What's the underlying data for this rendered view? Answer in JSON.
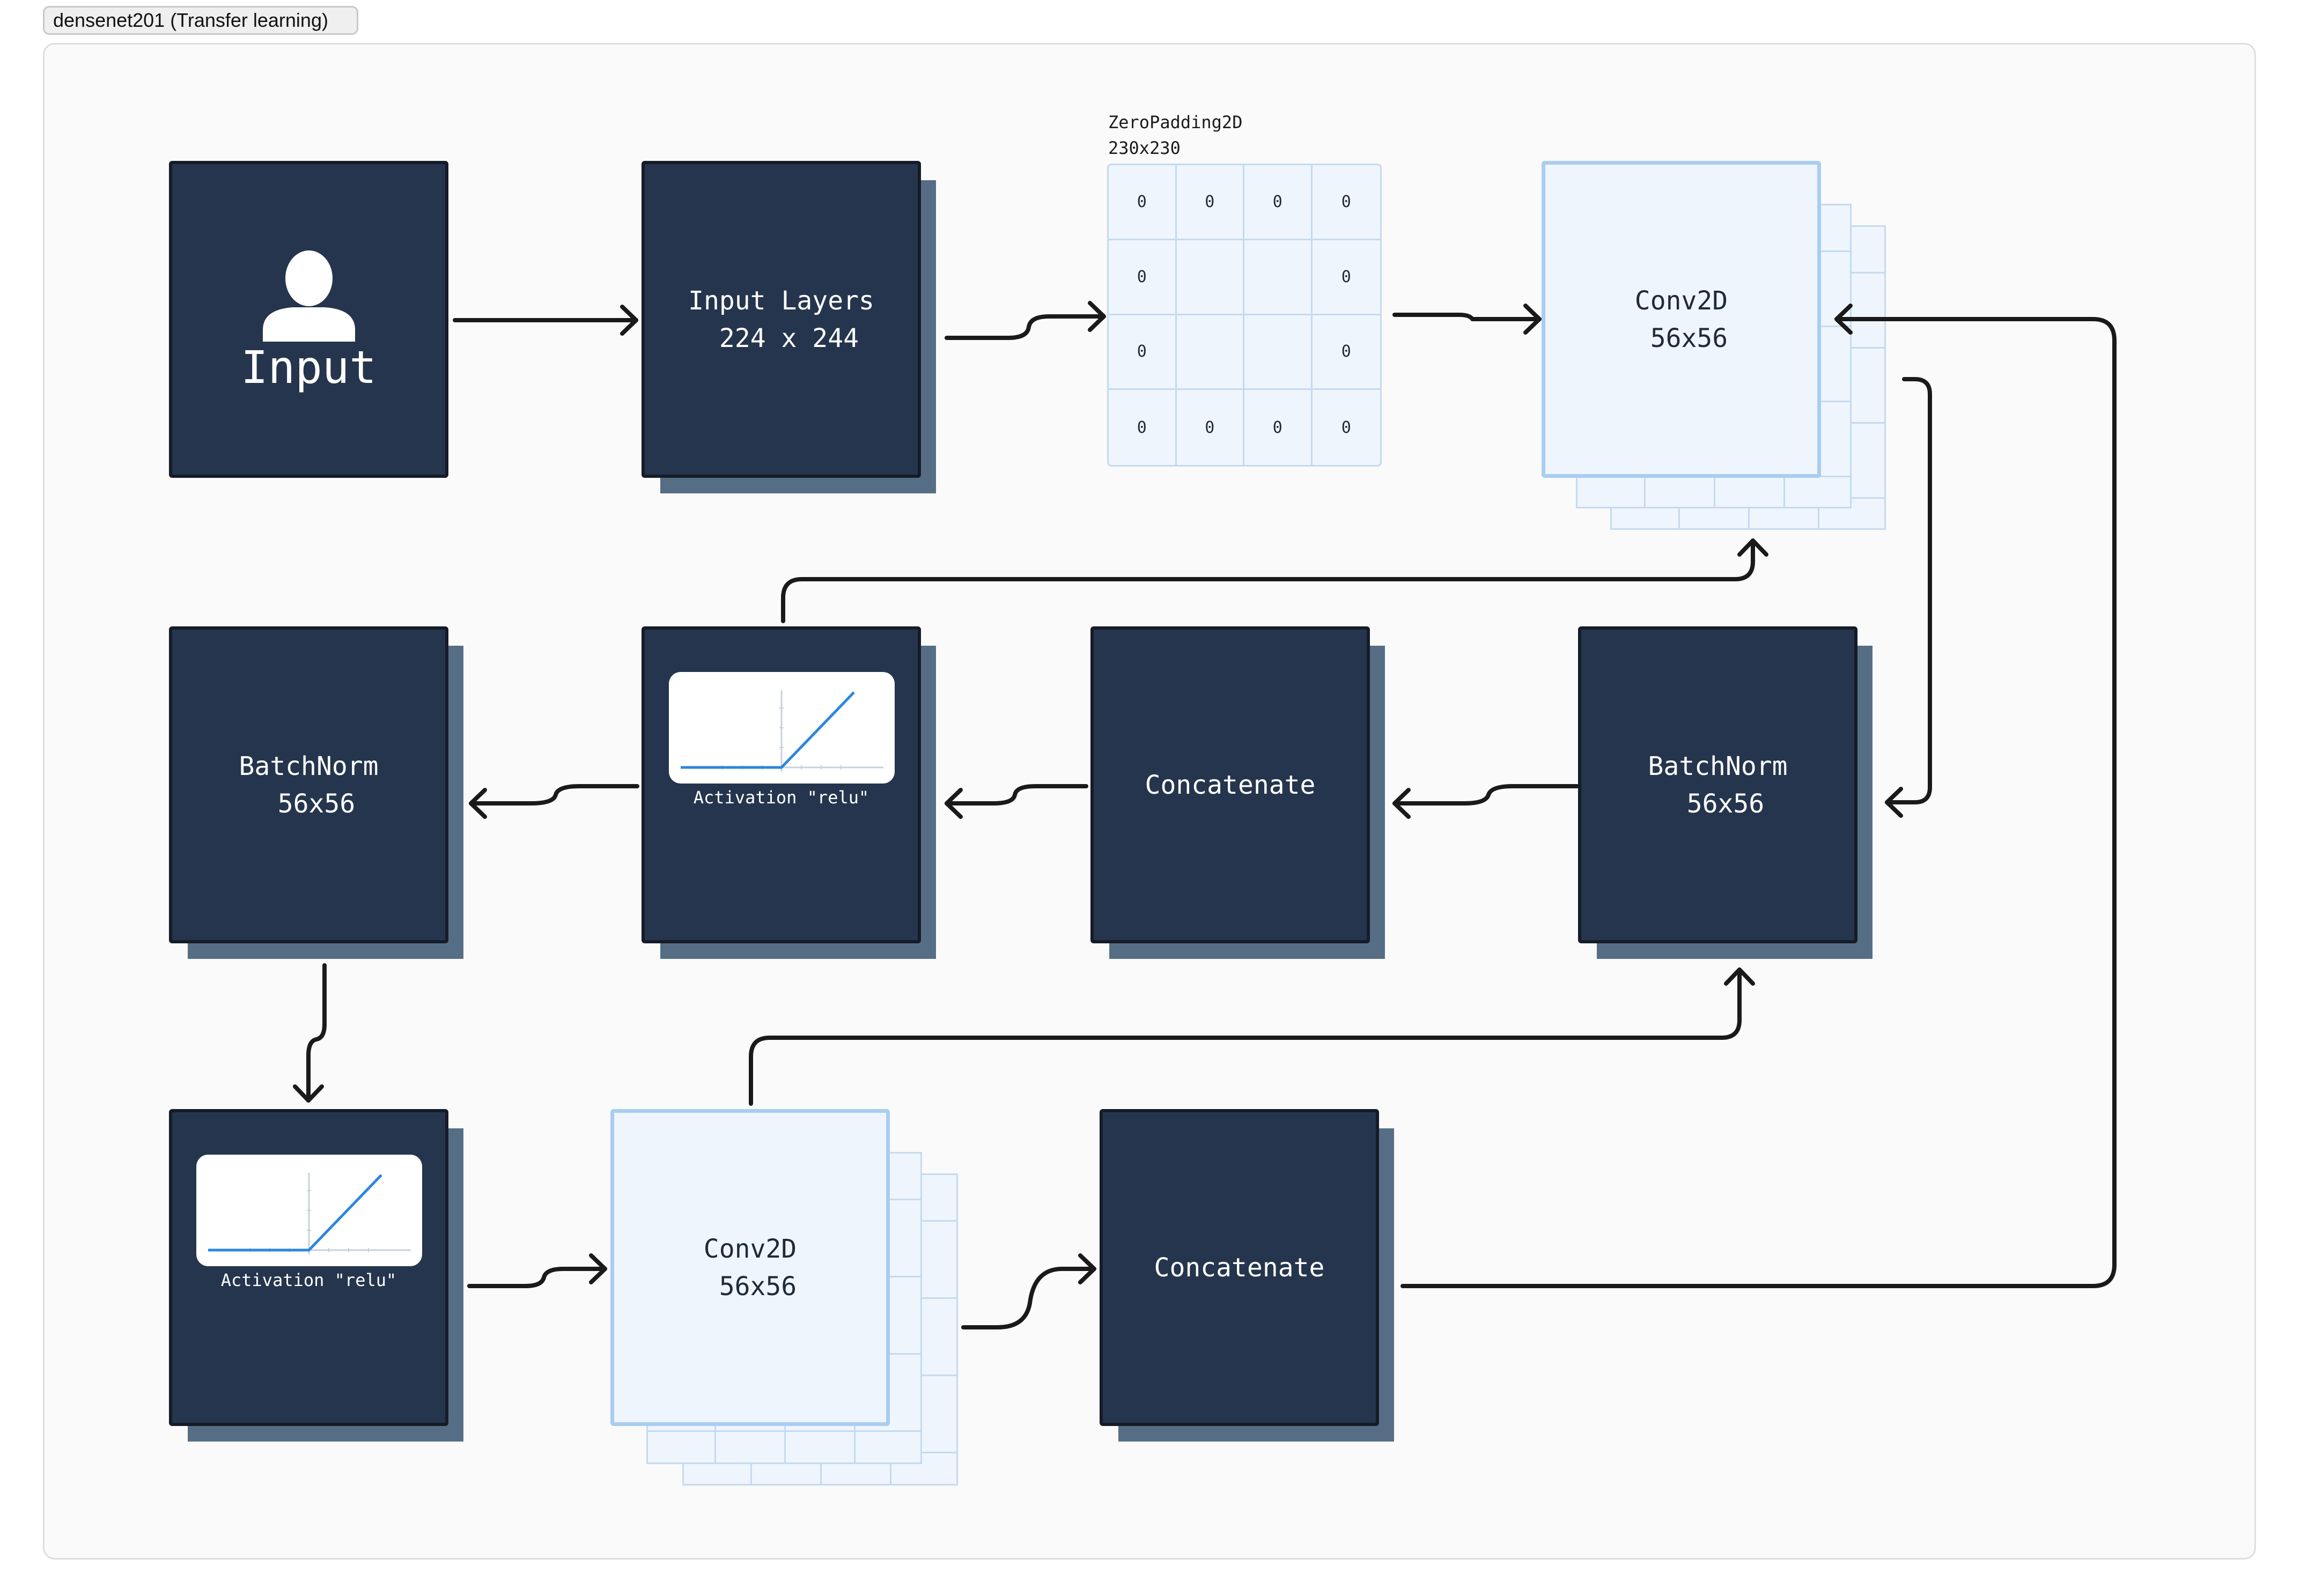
{
  "frame": {
    "title": "densenet201 (Transfer learning)"
  },
  "nodes": {
    "input": {
      "label": "Input"
    },
    "input_layers": {
      "label": "Input Layers\n 224 x 244"
    },
    "zero_padding": {
      "title": "ZeroPadding2D",
      "size": "230x230",
      "cells": [
        "0",
        "0",
        "0",
        "0",
        "0",
        "",
        "",
        "0",
        "0",
        "",
        "",
        "0",
        "0",
        "0",
        "0",
        "0"
      ]
    },
    "conv2d_top": {
      "label": "Conv2D\n 56x56"
    },
    "batchnorm_left": {
      "label": "BatchNorm\n 56x56"
    },
    "activation_mid": {
      "caption": "Activation \"relu\""
    },
    "concatenate_mid": {
      "label": "Concatenate"
    },
    "batchnorm_right": {
      "label": "BatchNorm\n 56x56"
    },
    "activation_bottom": {
      "caption": "Activation \"relu\""
    },
    "conv2d_bottom": {
      "label": "Conv2D\n 56x56"
    },
    "concatenate_bottom": {
      "label": "Concatenate"
    }
  },
  "colors": {
    "node_fill": "#25354d",
    "node_shadow": "#566e85",
    "conv_fill": "#eef5fd",
    "conv_border": "#a9cdf1",
    "relu_line": "#2b86e0",
    "wire": "#1a1a1a"
  }
}
